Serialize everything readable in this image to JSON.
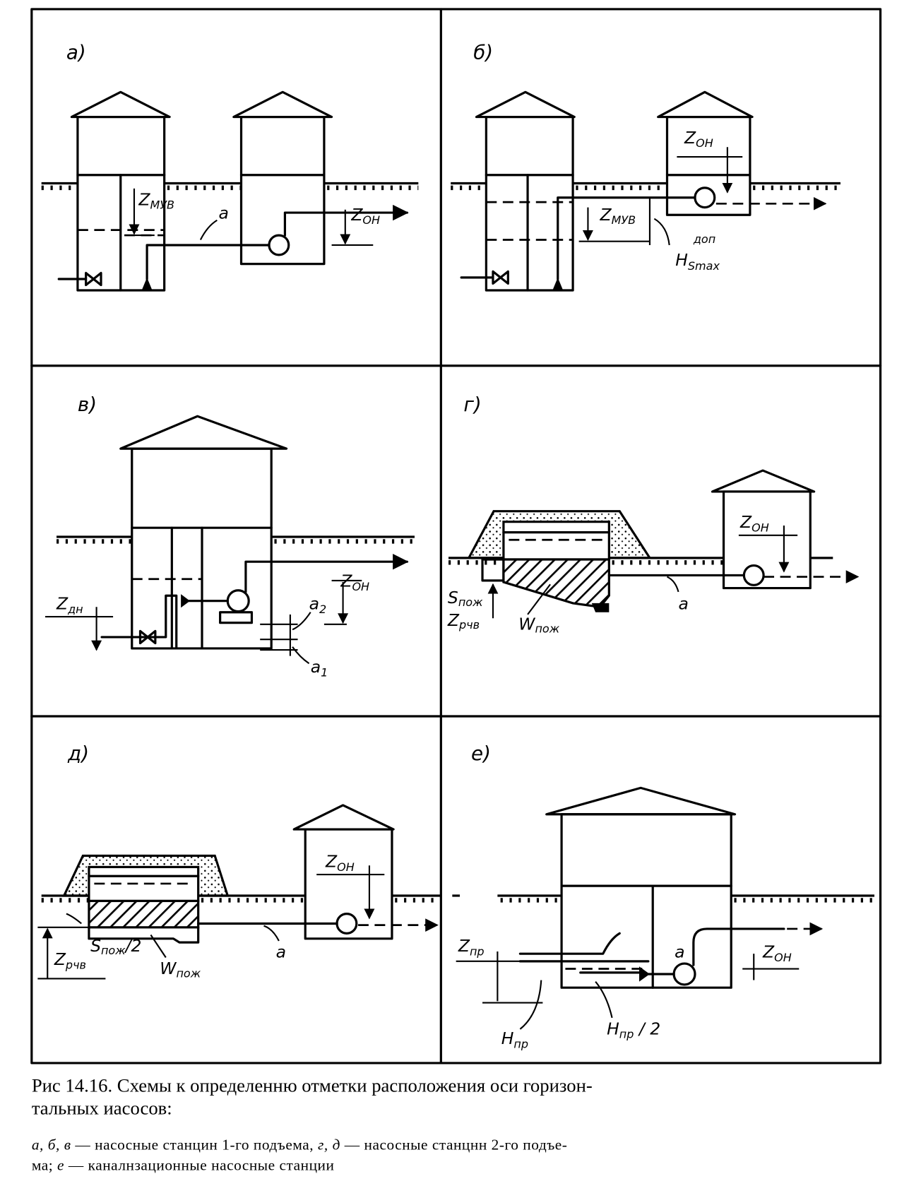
{
  "panels": {
    "a": {
      "label": "а)",
      "z_muv": {
        "main": "Z",
        "sub": "МУВ"
      },
      "alpha": "а",
      "z_on": {
        "main": "Z",
        "sub": "ОН"
      }
    },
    "b": {
      "label": "б)",
      "z_on": {
        "main": "Z",
        "sub": "ОН"
      },
      "z_muv": {
        "main": "Z",
        "sub": "МУВ"
      },
      "hs": {
        "main": "H",
        "sub": "Smax",
        "sup": "доп"
      }
    },
    "v": {
      "label": "в)",
      "z_dn": {
        "main": "Z",
        "sub": "дн"
      },
      "z_on": {
        "main": "Z",
        "sub": "ОН"
      },
      "a2": {
        "main": "а",
        "sub": "2"
      },
      "a1": {
        "main": "а",
        "sub": "1"
      }
    },
    "g": {
      "label": "г)",
      "z_on": {
        "main": "Z",
        "sub": "ОН"
      },
      "s_pozh": {
        "main": "S",
        "sub": "пож"
      },
      "z_rchv": {
        "main": "Z",
        "sub": "рчв"
      },
      "w_pozh": {
        "main": "W",
        "sub": "пож"
      },
      "alpha": "а"
    },
    "d": {
      "label": "д)",
      "z_on": {
        "main": "Z",
        "sub": "ОН"
      },
      "s_pozh2": {
        "main": "S",
        "sub": "пож",
        "tail": "/2"
      },
      "w_pozh": {
        "main": "W",
        "sub": "пож"
      },
      "z_rchv": {
        "main": "Z",
        "sub": "рчв"
      },
      "alpha": "а"
    },
    "e": {
      "label": "е)",
      "z_pr": {
        "main": "Z",
        "sub": "пр"
      },
      "z_on": {
        "main": "Z",
        "sub": "ОН"
      },
      "alpha": "а",
      "h_pr": {
        "main": "H",
        "sub": "пр"
      },
      "h_pr2": {
        "main": "H",
        "sub": "пр",
        "tail": " / 2"
      }
    }
  },
  "caption": {
    "title_line1": "Рис  14.16. Схемы к определенню отметки расположения оси горизон-",
    "title_line2": "тальных иасосов:",
    "legend_line1_keys1": "а, б, в",
    "legend_line1_text1": " — насосные станцин 1-го подъема, ",
    "legend_line1_keys2": "г, д",
    "legend_line1_text2": " — насосные станцнн 2-го подъе-",
    "legend_line2_text1": "ма;  ",
    "legend_line2_key": "е",
    "legend_line2_text2": " — каналнзационные насосные станции"
  }
}
